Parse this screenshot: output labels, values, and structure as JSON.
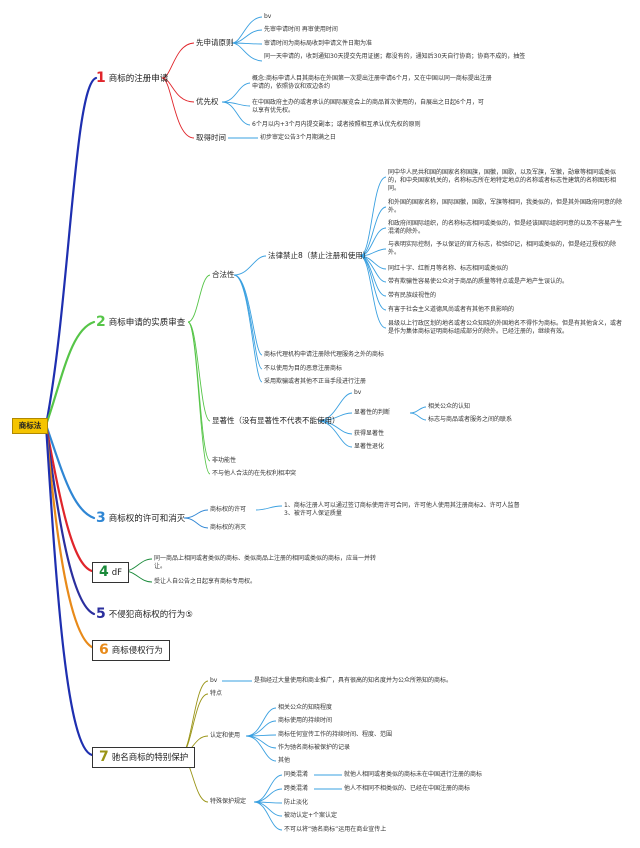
{
  "root": "商标法",
  "colors": {
    "t1": "#e0252b",
    "t2": "#56c548",
    "t3": "#2f86d4",
    "t4": "#1a8a3a",
    "t5": "#2b2f9e",
    "t6": "#e88a19",
    "t7": "#9a9416",
    "spine": "#1e2fb0",
    "sub": "#3aa0e0"
  },
  "t1": {
    "num": "1",
    "label": "商标的注册申请",
    "first": "先申请原则",
    "first_items": [
      "bv",
      "先审申请时间 再审使用时间",
      "审请时间为商标局收到申请文件日期为准",
      "同一天申请的，收到通知30天提交先用证据；都没有的，通知后30天自行协商；协商不成的，抽签"
    ],
    "prio": "优先权",
    "prio_items": [
      "概念:商标申请人目其商标在外国第一次提出注册申请6个月，又在中国以同一商标提出注册申请的，依照协议和双边条约",
      "在中国政府主办的或者承认的国际展览会上的商品首次使用的，自展出之日起6个月，可以享有优先权。",
      "6个月以内+3个月内提交副本；或者按照相互承认优先权的原则"
    ],
    "time": "取得时间",
    "time_item": "初步审定公告3个月期满之日"
  },
  "t2": {
    "num": "2",
    "label": "商标申请的实质审查",
    "legal": "合法性",
    "ban": "法律禁止8（禁止注册和使用）",
    "ban_items": [
      "同中华人民共和国的国家名称国旗，国徽，国歌，以及军旗，军徽，勋章等相同或类似的，和中央国家机关的，名称标志所在地特定地点的名称或者标志性建筑的名称图形相同。",
      "和外国的国家名称，国际国徽，国歌，军旗等相同，我类似的，但是其外国政府同意的除外。",
      "和政府间国际组织，的名称标志相同或类似的，但是经该国际组织同意的以及不容易产生混淆的除外。",
      "与表明实际控制，予以保证的官方标志，检验印记，相同或类似的，但是经过授权的除外。",
      "同红十字、红新月等名称、标志相同或类似的",
      "带有欺骗性容易使公众对于商品的质量等特点或是产地产生误认的。",
      "带有民族歧视性的",
      "有害于社会主义道德风尚或者有其他不良影响的",
      "县级以上行政区划的地名或者公众知晓的外国地名不得作为商标。但是有其他含义，或者是作为集体商标证明商标组成部分的除外。已经注册的，继续有效。"
    ],
    "legal_items": [
      "商标代理机构申请注册除代理服务之外的商标",
      "不以使用为目的恶意注册商标",
      "采用欺骗或者其他不正当手段进行注册"
    ],
    "sig": "显著性（没有显著性不代表不能使用）",
    "sig_bv": "bv",
    "sig_judge": "显著性的判断",
    "sig_judge_items": [
      "相关公众的认知",
      "标志与商品或者服务之间的联系"
    ],
    "sig_items": [
      "获得显著性",
      "显著性退化"
    ],
    "nonfunc": "非功能性",
    "noconflict": "不与他人合法的在先权利相冲突"
  },
  "t3": {
    "num": "3",
    "label": "商标权的许可和消灭",
    "lic": "商标权的许可",
    "lic_item": "1、商标注册人可以通过签订商标使用许可合同，许可他人使用其注册商标2、许可人监督 3、被许可人保证质量",
    "ext": "商标权的消灭"
  },
  "t4": {
    "num": "4",
    "label": "dF",
    "items": [
      "同一商品上相同或者类似的商标、类似商品上注册的相同或类似的商标，应当一并转让。",
      "受让人自公告之日起享有商标专用权。"
    ]
  },
  "t5": {
    "num": "5",
    "label": "不侵犯商标权的行为⑤"
  },
  "t6": {
    "num": "6",
    "label": "商标侵权行为"
  },
  "t7": {
    "num": "7",
    "label": "驰名商标的特别保护",
    "bv": "bv",
    "bv_item": "是指经过大量使用和商业推广，具有很高的知名度并为公众所熟知的商标。",
    "feat": "特点",
    "ident": "认定和使用",
    "ident_items": [
      "相关公众的知晓程度",
      "商标使用的持续时间",
      "商标任何宣传工作的持续时间、程度、范围",
      "作为驰名商标被保护的记录",
      "其他"
    ],
    "spec": "特殊保护规定",
    "same": "同类混淆",
    "same_item": "就他人相同或者类似的商标未在中国进行注册的商标",
    "cross": "跨类混淆",
    "cross_item": "他人不相同不相类似的、已经在中国注册的商标",
    "spec_items": [
      "防止淡化",
      "被动认定+个案认定",
      "不可以将“驰名商标”运用在商业宣传上"
    ]
  }
}
